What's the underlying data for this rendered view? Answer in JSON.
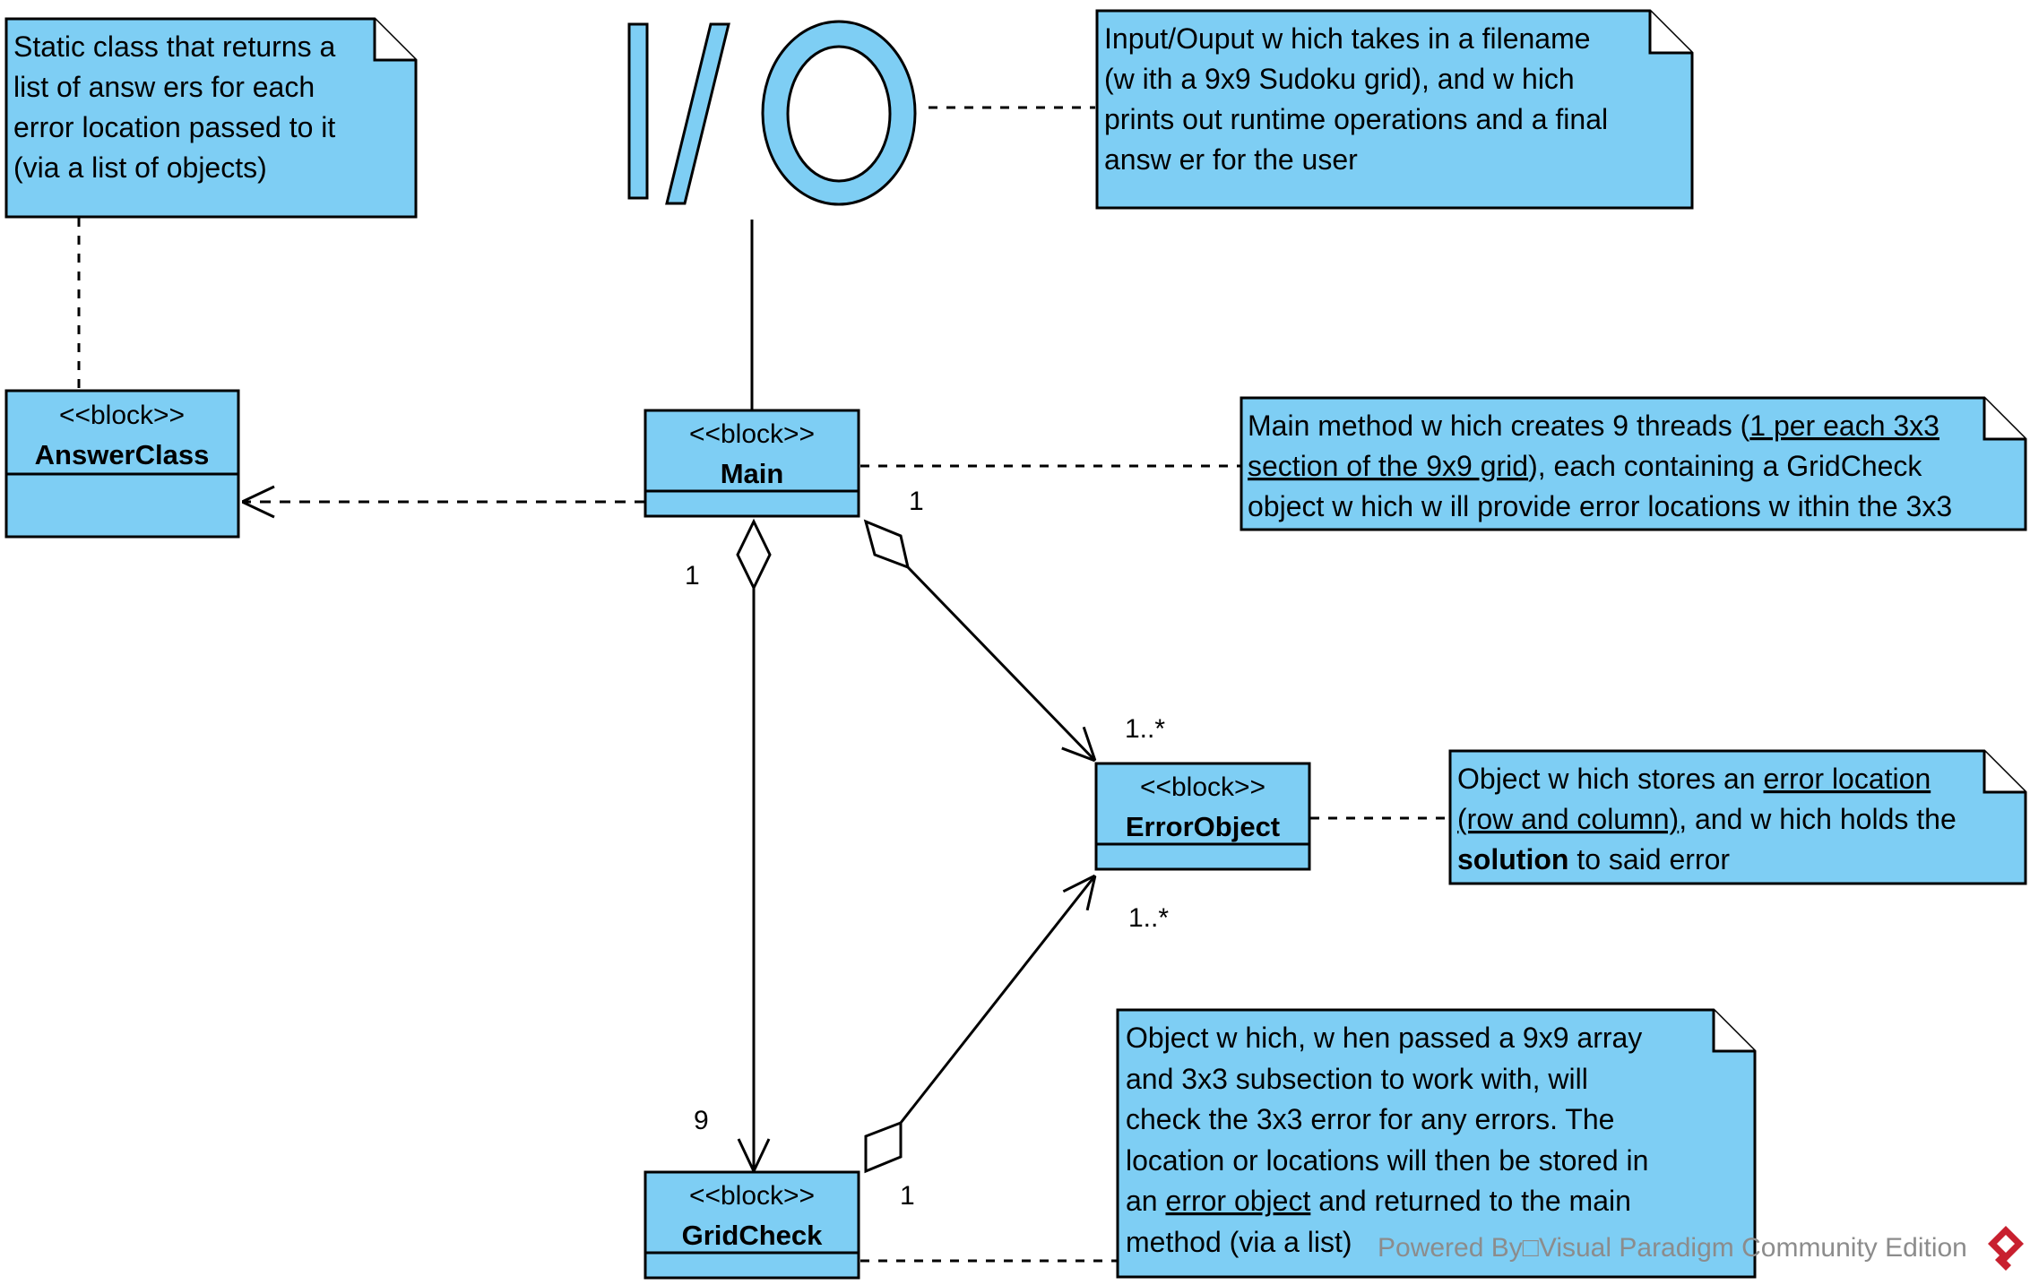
{
  "title_logo": "I/O",
  "colors": {
    "fill": "#7ECEF4",
    "stroke": "#000000",
    "watermark": "#8c8c8c",
    "logo_red": "#c8202f"
  },
  "blocks": {
    "answer": {
      "stereotype": "<<block>>",
      "name": "AnswerClass"
    },
    "main": {
      "stereotype": "<<block>>",
      "name": "Main"
    },
    "error": {
      "stereotype": "<<block>>",
      "name": "ErrorObject"
    },
    "grid": {
      "stereotype": "<<block>>",
      "name": "GridCheck"
    }
  },
  "multiplicities": {
    "main_to_error": "1",
    "error_from_main": "1..*",
    "main_to_grid": "1",
    "grid_from_main": "9",
    "error_from_grid": "1..*",
    "grid_to_error": "1"
  },
  "notes": {
    "answer": [
      "Static class that returns a",
      "list of answ ers for each",
      "error location passed to it",
      "(via a list of objects)"
    ],
    "io": [
      "Input/Ouput w hich takes in a filename",
      "(w ith a 9x9 Sudoku grid), and w hich",
      "prints out runtime operations and a final",
      "answ er for the user"
    ],
    "main": {
      "l1a": "Main method w hich creates 9 threads (",
      "l1b": "1 per each 3x3",
      "l2a": "section of the 9x9 grid",
      "l2b": "), each containing a GridCheck",
      "l3": "object w hich w ill provide error locations w ithin the 3x3"
    },
    "error": {
      "l1a": "Object w hich stores an ",
      "l1b": "error location",
      "l2a": "(row  and column)",
      "l2b": ", and w hich holds the",
      "l3a": "solution",
      "l3b": " to said error"
    },
    "grid": {
      "l1": "Object w hich, w hen passed a 9x9 array",
      "l2": "and 3x3 subsection to work with,  will",
      "l3": "check the 3x3 error for any errors. The",
      "l4": "location or locations will then be stored in",
      "l5a": "an ",
      "l5b": "error object",
      "l5c": " and returned to the main",
      "l6": "method (via a list)"
    }
  },
  "watermark": "Powered By□Visual Paradigm Community Edition"
}
